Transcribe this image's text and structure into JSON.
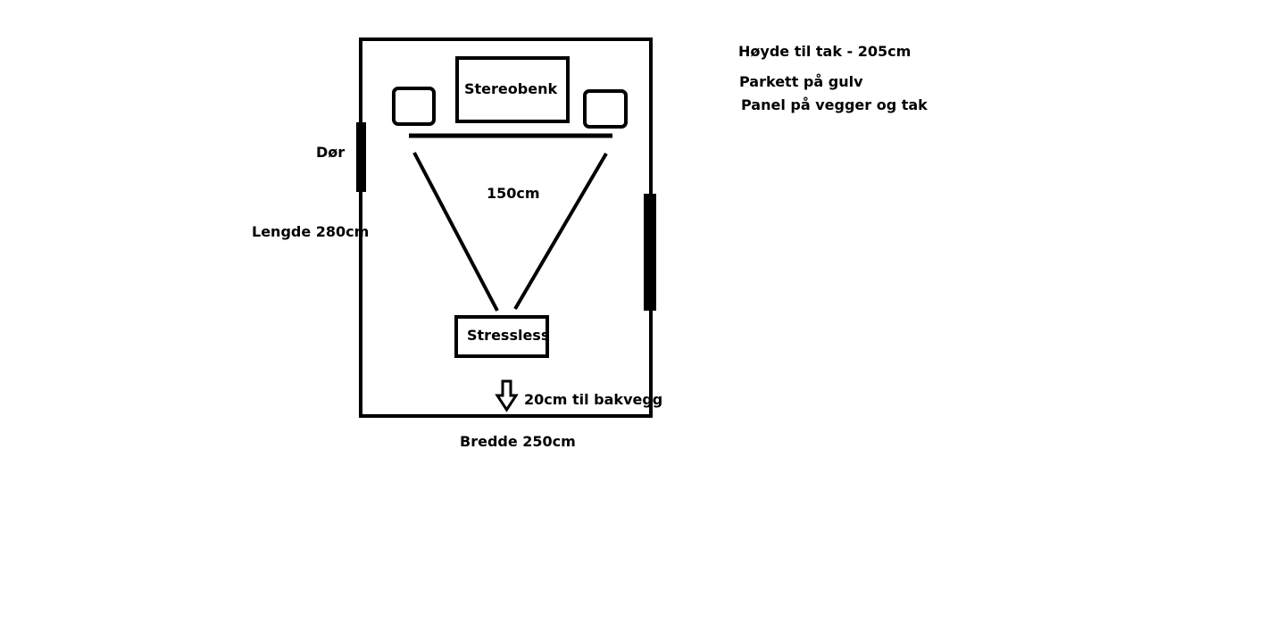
{
  "labels": {
    "stereobench": "Stereobenk",
    "chair": "Stressless",
    "door": "Dør",
    "length": "Lengde 280cm",
    "width": "Bredde 250cm",
    "triangle_distance": "150cm",
    "back_wall_distance": "20cm til bakvegg"
  },
  "notes": {
    "ceiling_height": "Høyde til tak - 205cm",
    "floor": "Parkett på gulv",
    "walls": "Panel på vegger og tak"
  },
  "colors": {
    "ink": "#000000",
    "background": "#ffffff"
  }
}
